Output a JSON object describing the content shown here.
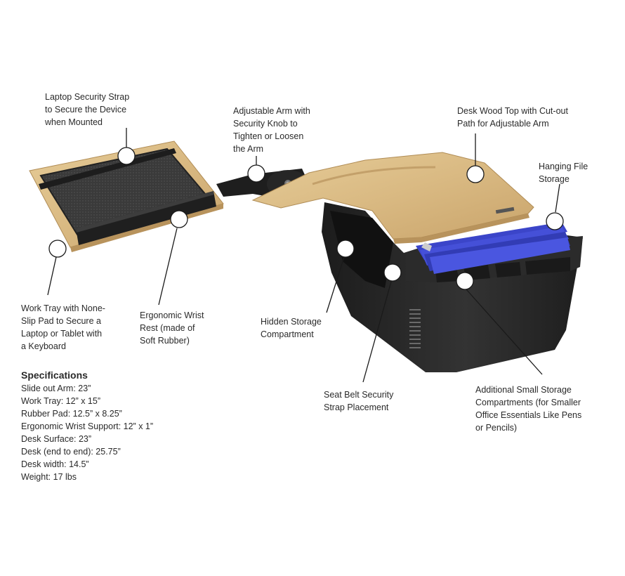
{
  "callouts": {
    "laptop_strap": "Laptop Security Strap\nto Secure the Device\nwhen Mounted",
    "adjustable_arm": "Adjustable Arm with\nSecurity Knob to\nTighten or Loosen\nthe Arm",
    "desk_top": "Desk Wood Top with Cut-out\nPath for Adjustable Arm",
    "hanging_file": "Hanging File\nStorage",
    "work_tray": "Work Tray with None-\nSlip Pad to Secure a\nLaptop or Tablet with\na Keyboard",
    "wrist_rest": "Ergonomic Wrist\nRest (made of\nSoft Rubber)",
    "hidden_storage": "Hidden Storage\nCompartment",
    "seat_belt": "Seat Belt Security\nStrap Placement",
    "small_storage": "Additional Small Storage\nCompartments (for Smaller\nOffice Essentials Like Pens\nor Pencils)"
  },
  "specs": {
    "title": "Specifications",
    "lines": [
      "Slide out Arm: 23”",
      "Work Tray: 12” x 15”",
      "Rubber Pad: 12.5” x 8.25”",
      "Ergonomic Wrist Support: 12” x 1”",
      "Desk Surface: 23”",
      "Desk (end to end): 25.75”",
      "Desk width: 14.5”",
      "Weight: 17 lbs"
    ]
  },
  "colors": {
    "wood": "#d9b982",
    "plastic": "#262626",
    "files": "#3b45c9",
    "leader": "#1a1a1a"
  }
}
